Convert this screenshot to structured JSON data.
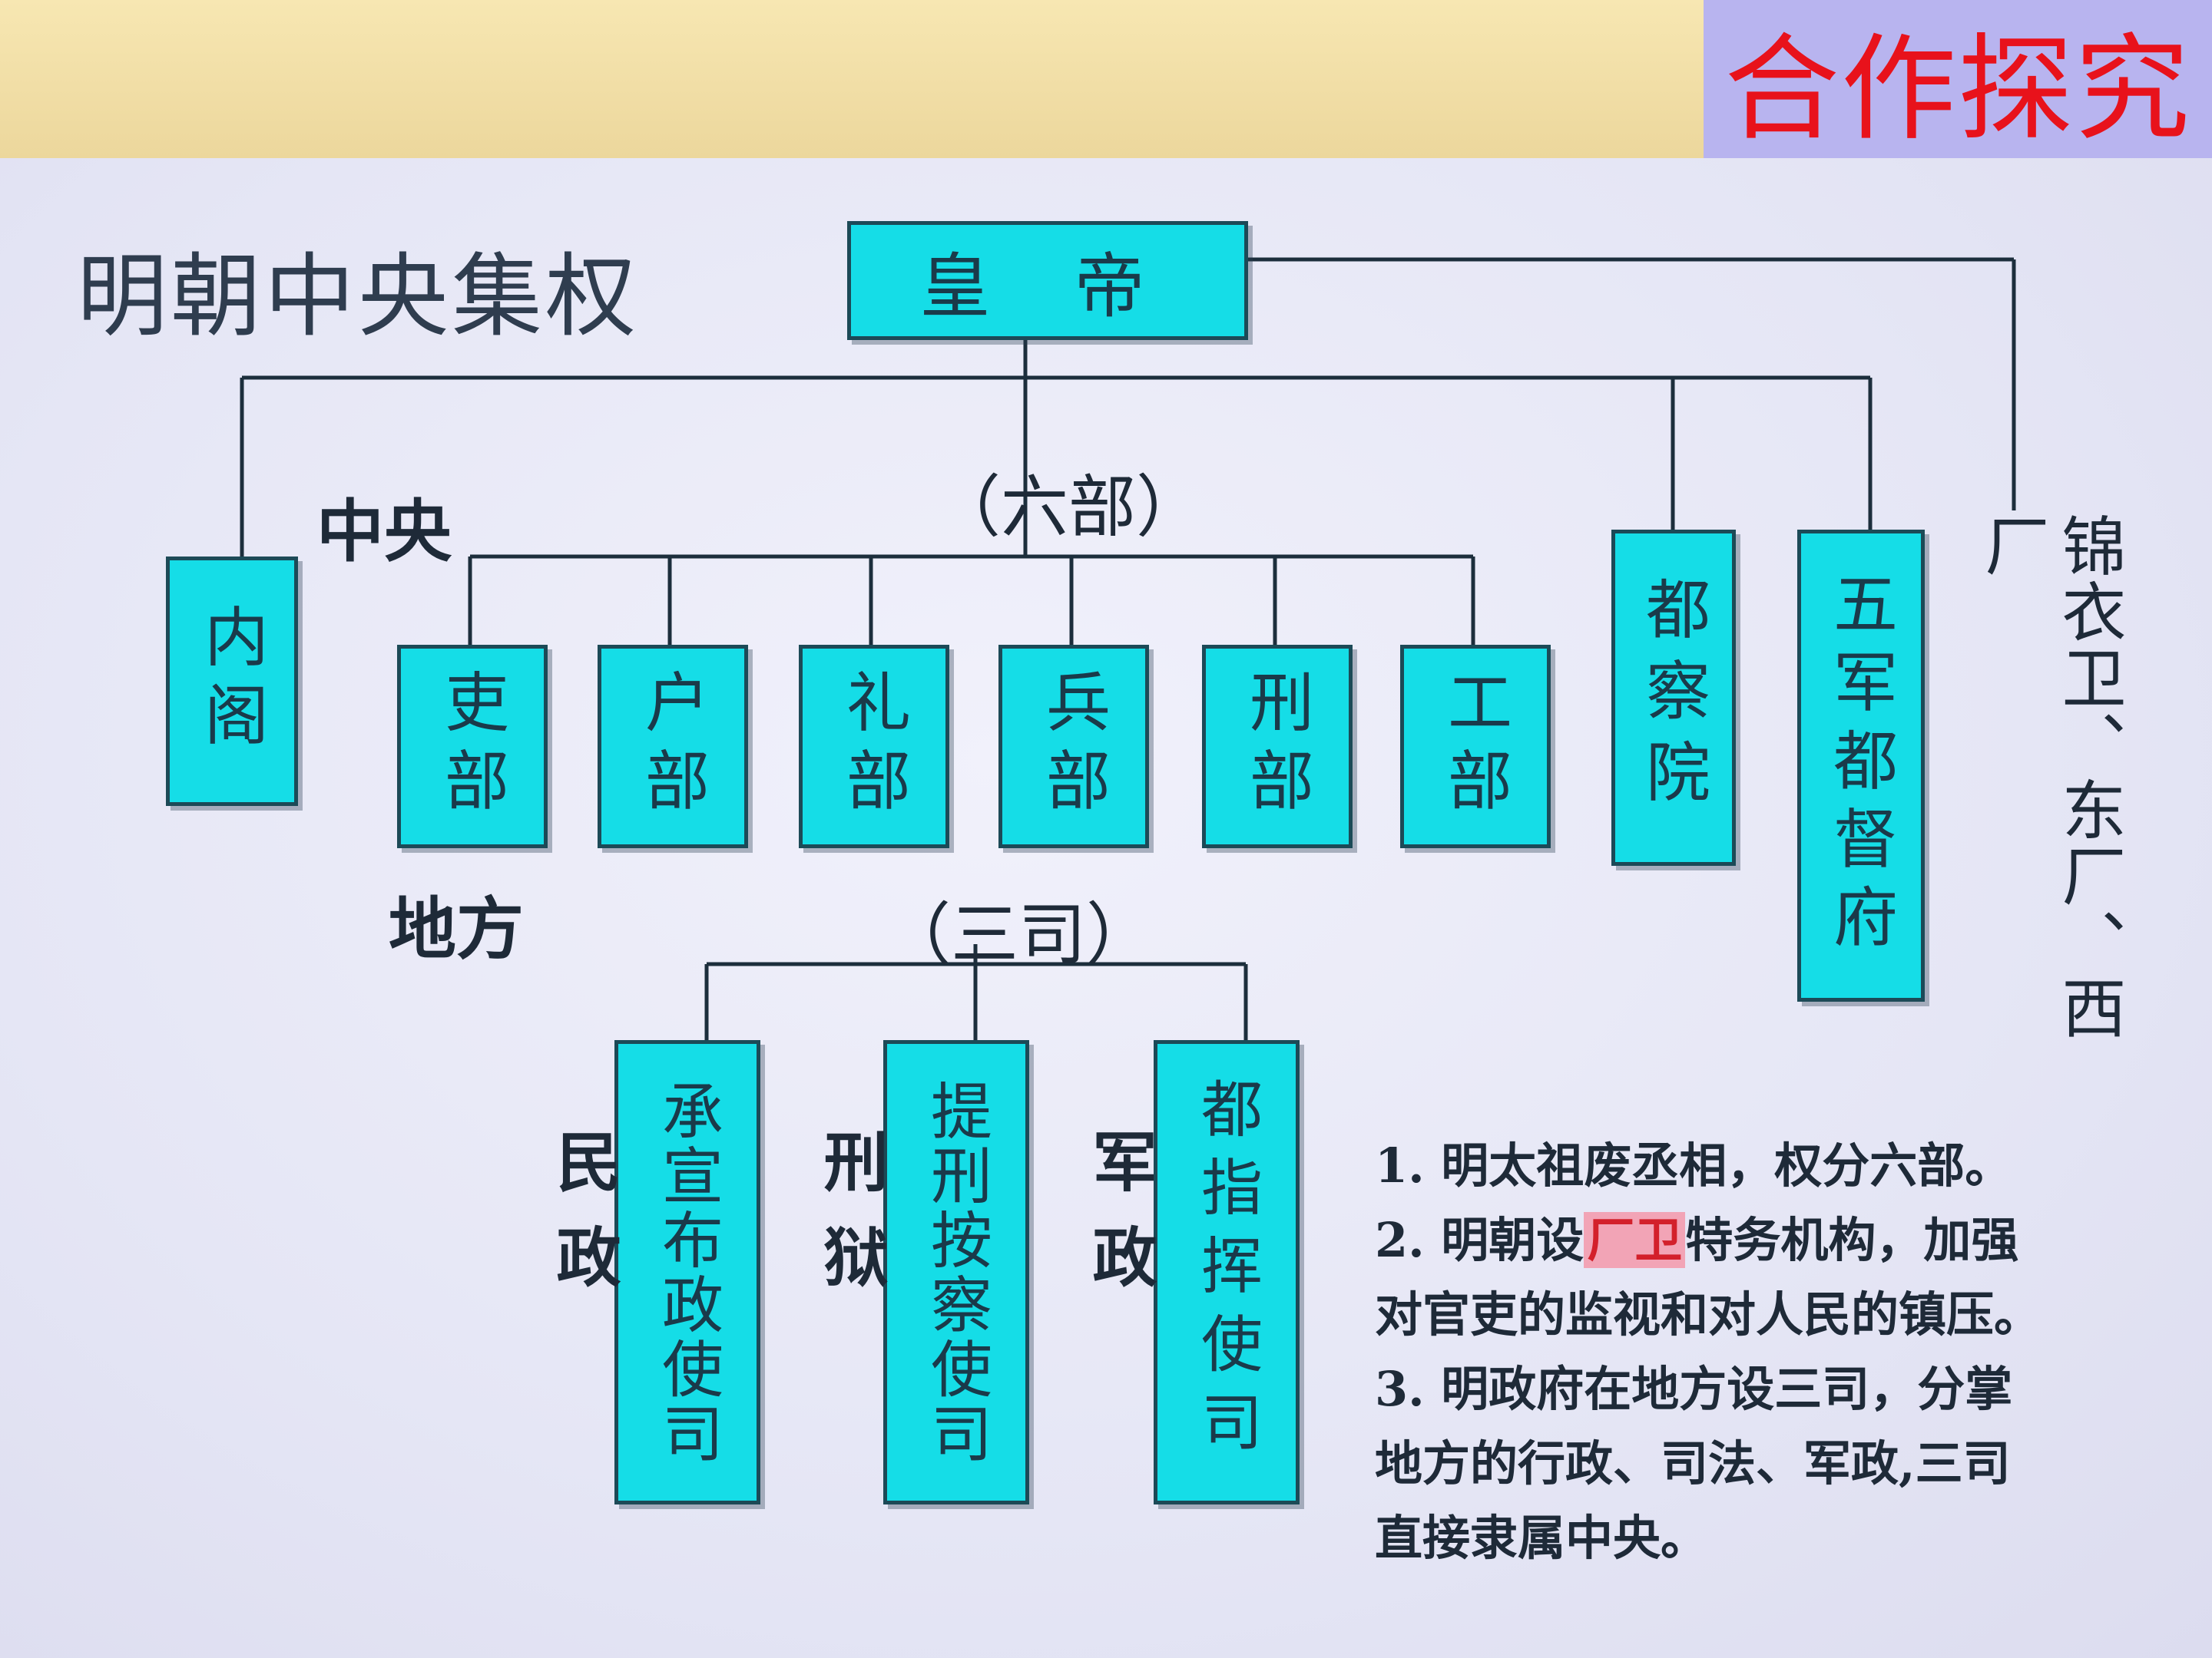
{
  "badge": "合作探究",
  "title": "明朝中央集权",
  "emperor": "皇 帝",
  "labels": {
    "central": "中央",
    "local": "地方",
    "six_ministries": "（六部）",
    "three_offices": "（三司）"
  },
  "boxes": {
    "neige": "内阁",
    "libu_personnel": "吏部",
    "hubu": "户部",
    "libu_rites": "礼部",
    "bingbu": "兵部",
    "xingbu": "刑部",
    "gongbu": "工部",
    "duchayuan": "都察院",
    "wujun": "五军都督府",
    "chengxuan": "承宣布政使司",
    "tixing": "提刑按察使司",
    "duzhihui": "都指挥使司"
  },
  "side_labels": {
    "jinyiwei": "锦衣卫、东厂、西厂",
    "minzheng": "民政",
    "xingyu": "刑狱",
    "junzheng": "军政"
  },
  "notes": {
    "line1": "1. 明太祖废丞相，权分六部。",
    "line2_a": "2. 明朝设",
    "line2_hl": "厂卫",
    "line2_b": "特务机构，加强",
    "line3": "对官吏的监视和对人民的镇压。",
    "line4": "3. 明政府在地方设三司，分掌",
    "line5": "地方的行政、司法、军政,三司",
    "line6": "直接隶属中央。"
  },
  "colors": {
    "box_fill": "#15dde7",
    "badge_text": "#e8121b",
    "badge_bg": "#b8b4ef",
    "highlight_bg": "#f2a4b6"
  }
}
